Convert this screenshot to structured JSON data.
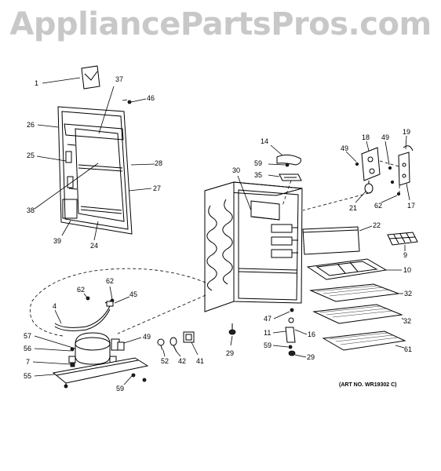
{
  "watermark": "AppliancePartsPros.com",
  "art_number": "(ART NO. WR19302 C)",
  "callouts": {
    "c1": "1",
    "c37": "37",
    "c46": "46",
    "c26": "26",
    "c25": "25",
    "c28": "28",
    "c27": "27",
    "c38": "38",
    "c39": "39",
    "c24": "24",
    "c14": "14",
    "c59a": "59",
    "c35": "35",
    "c30": "30",
    "c49a": "49",
    "c18": "18",
    "c49b": "49",
    "c19": "19",
    "c21": "21",
    "c62a": "62",
    "c17": "17",
    "c22": "22",
    "c9": "9",
    "c10": "10",
    "c32a": "32",
    "c32b": "32",
    "c61": "61",
    "c47": "47",
    "c11": "11",
    "c16": "16",
    "c59b": "59",
    "c29a": "29",
    "c29b": "29",
    "c62b": "62",
    "c62c": "62",
    "c45": "45",
    "c4": "4",
    "c57": "57",
    "c56": "56",
    "c7": "7",
    "c55": "55",
    "c59c": "59",
    "c49c": "49",
    "c52": "52",
    "c42": "42",
    "c41": "41"
  }
}
